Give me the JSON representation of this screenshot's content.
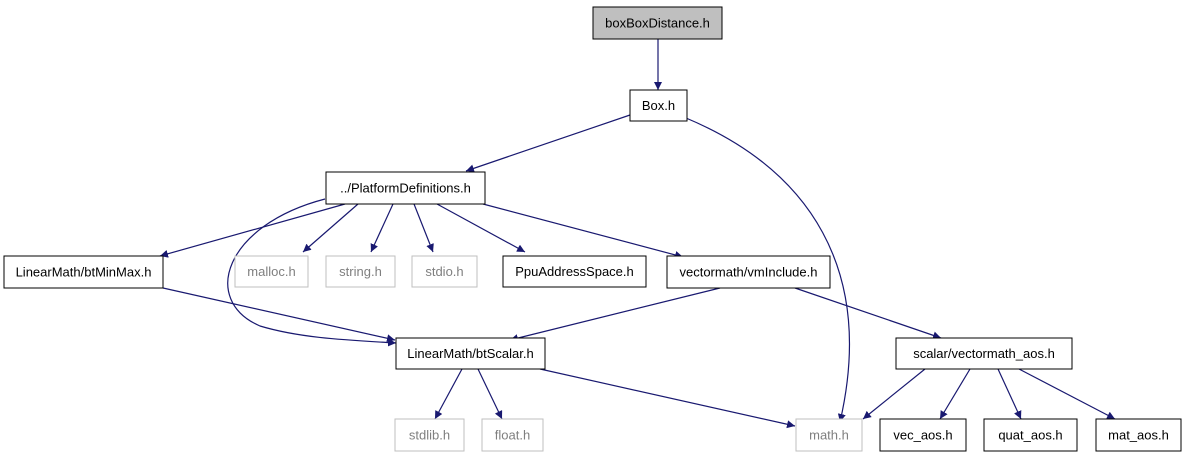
{
  "diagram": {
    "nodes": {
      "root": {
        "label": "boxBoxDistance.h",
        "style": "root"
      },
      "box": {
        "label": "Box.h",
        "style": "normal"
      },
      "platform": {
        "label": "../PlatformDefinitions.h",
        "style": "normal"
      },
      "btminmax": {
        "label": "LinearMath/btMinMax.h",
        "style": "normal"
      },
      "malloc": {
        "label": "malloc.h",
        "style": "missing"
      },
      "string": {
        "label": "string.h",
        "style": "missing"
      },
      "stdio": {
        "label": "stdio.h",
        "style": "missing"
      },
      "ppu": {
        "label": "PpuAddressSpace.h",
        "style": "normal"
      },
      "vminclude": {
        "label": "vectormath/vmInclude.h",
        "style": "normal"
      },
      "btscalar": {
        "label": "LinearMath/btScalar.h",
        "style": "normal"
      },
      "vecaos": {
        "label": "scalar/vectormath_aos.h",
        "style": "normal"
      },
      "stdlib": {
        "label": "stdlib.h",
        "style": "missing"
      },
      "float": {
        "label": "float.h",
        "style": "missing"
      },
      "math": {
        "label": "math.h",
        "style": "missing"
      },
      "vec_aos": {
        "label": "vec_aos.h",
        "style": "normal"
      },
      "quat_aos": {
        "label": "quat_aos.h",
        "style": "normal"
      },
      "mat_aos": {
        "label": "mat_aos.h",
        "style": "normal"
      }
    },
    "edges": [
      [
        "root",
        "box"
      ],
      [
        "box",
        "platform"
      ],
      [
        "box",
        "math"
      ],
      [
        "platform",
        "btminmax"
      ],
      [
        "platform",
        "malloc"
      ],
      [
        "platform",
        "string"
      ],
      [
        "platform",
        "stdio"
      ],
      [
        "platform",
        "ppu"
      ],
      [
        "platform",
        "vminclude"
      ],
      [
        "platform",
        "btscalar"
      ],
      [
        "btminmax",
        "btscalar"
      ],
      [
        "vminclude",
        "btscalar"
      ],
      [
        "vminclude",
        "vecaos"
      ],
      [
        "btscalar",
        "stdlib"
      ],
      [
        "btscalar",
        "float"
      ],
      [
        "btscalar",
        "math"
      ],
      [
        "vecaos",
        "math"
      ],
      [
        "vecaos",
        "vec_aos"
      ],
      [
        "vecaos",
        "quat_aos"
      ],
      [
        "vecaos",
        "mat_aos"
      ]
    ],
    "colors": {
      "edge": "#191970",
      "root_fill": "#bfbfbf",
      "node_border": "#000000",
      "missing_border": "#bfbfbf",
      "missing_text": "#7f7f7f",
      "text": "#000000"
    }
  }
}
